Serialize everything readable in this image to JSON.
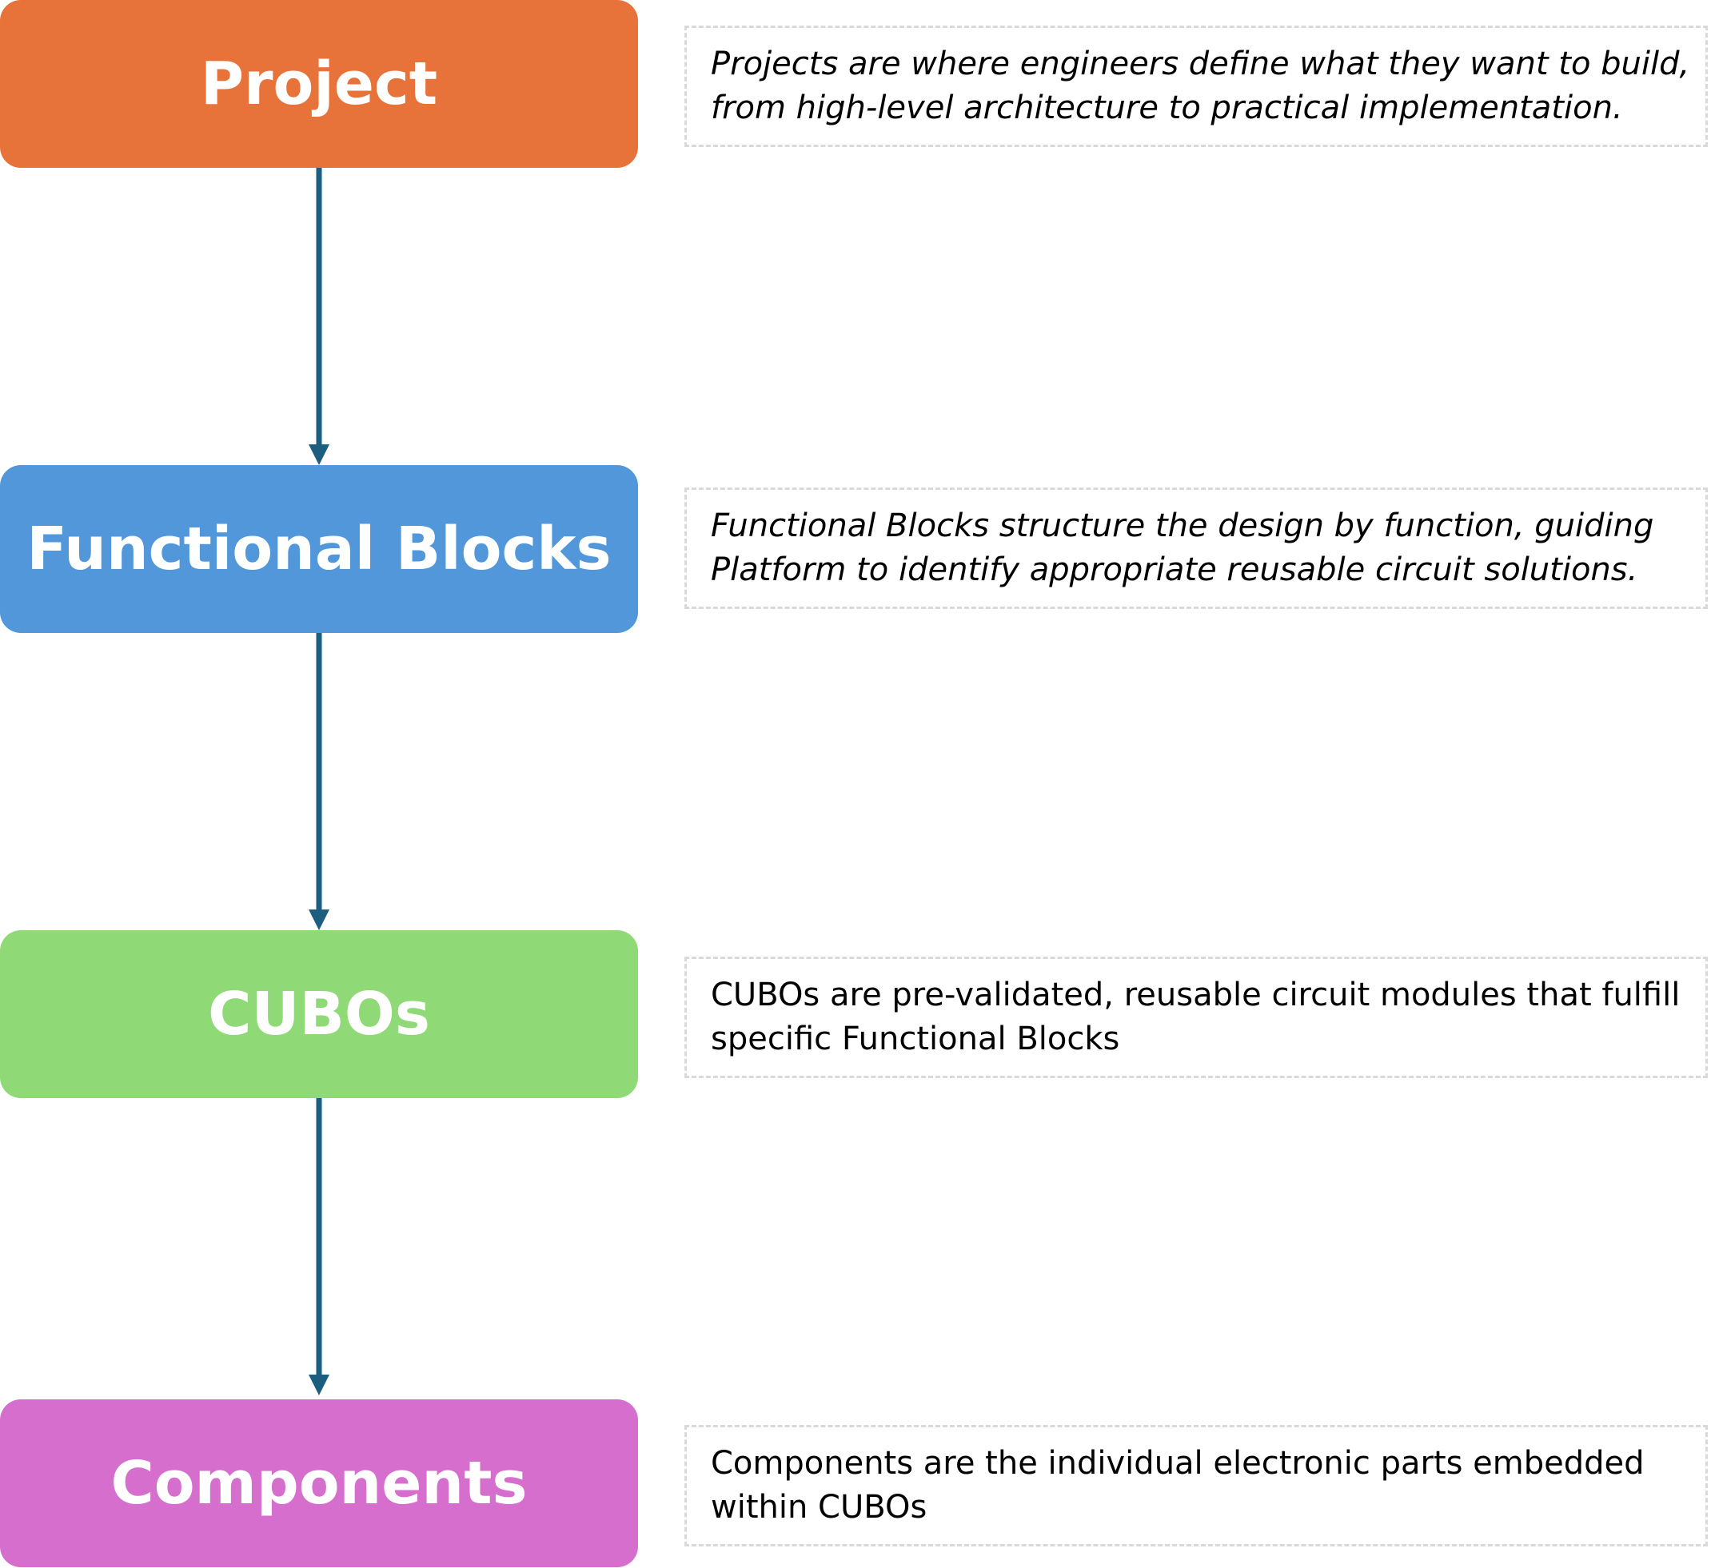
{
  "colors": {
    "project": "#E8733A",
    "functional_blocks": "#5197DA",
    "cubos": "#8FDA76",
    "components": "#D56ECC",
    "arrow": "#1B5E80",
    "description_border": "#D9D9D9"
  },
  "stages": [
    {
      "label": "Project",
      "description_lines": [
        "Projects are where engineers define what they want to build,",
        "from high-level architecture to practical implementation."
      ],
      "description_style": "italic"
    },
    {
      "label": "Functional Blocks",
      "description_lines": [
        "Functional Blocks structure the design by function, guiding",
        "Platform to identify appropriate reusable circuit solutions."
      ],
      "description_style": "italic"
    },
    {
      "label": "CUBOs",
      "description_lines": [
        "CUBOs are pre-validated, reusable circuit modules that fulfill",
        "specific Functional Blocks"
      ],
      "description_style": "normal"
    },
    {
      "label": "Components",
      "description_lines": [
        "Components are the individual electronic parts embedded",
        "within CUBOs"
      ],
      "description_style": "normal"
    }
  ],
  "arrows": [
    {
      "from": "Project",
      "to": "Functional Blocks"
    },
    {
      "from": "Functional Blocks",
      "to": "CUBOs"
    },
    {
      "from": "CUBOs",
      "to": "Components"
    }
  ]
}
